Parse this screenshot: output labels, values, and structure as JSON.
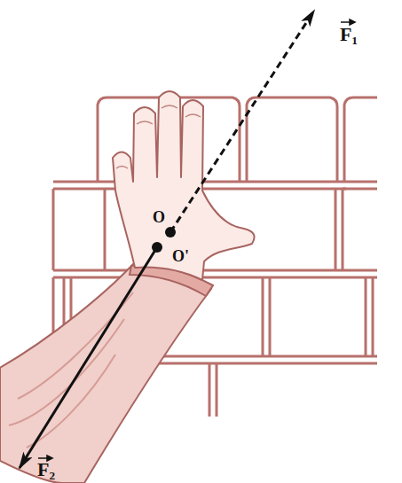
{
  "diagram": {
    "labels": [
      "O",
      "O'",
      "F₁",
      "F₂"
    ]
  }
}
